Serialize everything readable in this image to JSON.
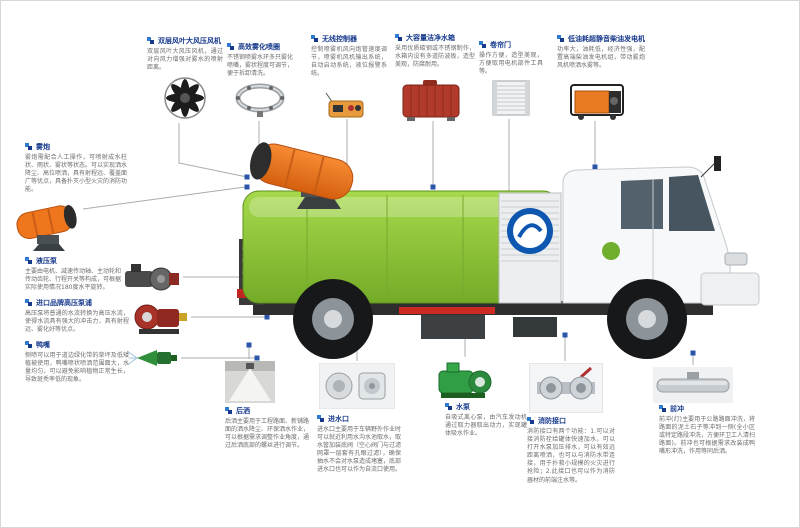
{
  "page": {
    "colors": {
      "title_blue": "#16398c",
      "bullet_light_blue": "#2e7bd0",
      "bullet_dark_blue": "#16398c",
      "leader_line_gray": "#a8adb2",
      "marker_blue": "#2b55a8",
      "truck_green": "#8dc63f",
      "cannon_orange": "#f0761d",
      "tank_red": "#b23a2a"
    }
  },
  "part_images": {
    "top": [
      "fan-image",
      "spray-ring-image",
      "remote-image",
      "water-tank-image",
      "roller-door-image",
      "generator-image"
    ],
    "left": [
      "fog-cannon-image",
      "hydraulic-pump-image",
      "pressure-pump-image",
      "duckbill-image"
    ],
    "bottom": [
      "rear-spray-image",
      "water-inlet-image",
      "water-pump-image",
      "fire-coupling-image",
      "front-flush-image"
    ]
  },
  "callouts": {
    "top": [
      {
        "title": "双层风叶大风压风机",
        "desc": "双层风叶大风压风机，通过对向风力增强对雾水的喷射距离。"
      },
      {
        "title": "高效雾化喷圈",
        "desc": "不锈钢喷雾水环多只雾化喷嘴，雾状程度可调节，便于拆卸清洗。"
      },
      {
        "title": "无线控制器",
        "desc": "控制喷雾机风向炮管速度调节，喷雾机风机输出系统，自动启动系统，液位报警系统。"
      },
      {
        "title": "大容量洁净水箱",
        "desc": "采用优质碳钢或不锈钢制作，水箱内设有多道防波板，造型美观，防腐耐用。"
      },
      {
        "title": "卷帘门",
        "desc": "操作方便，造型美观，方便取用电机部件工具等。"
      },
      {
        "title": "低油耗超静音柴油发电机",
        "desc": "功率大，油耗低，经济性强，配置高端柴油发电机组，带动雾炮风机喷洒水雾等。"
      }
    ],
    "left": [
      {
        "title": "雾炮",
        "desc": "雾炮需配合人工操作，可喷射成水柱状、雨状、雾状等状态。可以实现洒水降尘、高位喷洒，具有射程远、覆盖面广等优点，具备扑灭小型火灾的消防功能。"
      },
      {
        "title": "液压泵",
        "desc": "主要由电机、减速传动轴、主动轮和传动齿轮、行程开关等构成，可根据实际使用情况180度水平旋转。"
      },
      {
        "title": "进口品牌高压泵浦",
        "desc": "高压泵将普通的水流转换为高压水流，使得水流具有强大的冲击力，具有射程远、雾化好等优点。"
      },
      {
        "title": "鸭嘴",
        "desc": "侧喷可以用于道边绿化带的草坪及低矮植被使用，鸭嘴喷状喷洒范围面大，水量均匀，可以避免影响植物正常生长，导致斑秃率低的现象。"
      }
    ],
    "bottom": [
      {
        "title": "后洒",
        "desc": "后洒主要用于工程路面、新铺路面的洒水降尘、环保洒水作业，可以根据需求调整作业角度，通过后洒底部的螺丝进行调节。"
      },
      {
        "title": "进水口",
        "desc": "进水口主要用于车辆野外作业时可以就近利用水沟水池取水，取水管加装底阀（空心阀门与过滤网罩一层套有孔眼过滤），确保抽水不会对水泵造成堵塞，底部进水口也可以作为自流口使用。"
      },
      {
        "title": "水泵",
        "desc": "自吸式离心泵，由汽车发动机通过取力器取出动力，实现罐体吸水作业。"
      },
      {
        "title": "消防接口",
        "desc": "消防接口有两个功能：1.可以对接消防栓给罐体快速加水，可以打开水泵加压排水，可以有效远距离喷洒，也可以与消防水带连接，用于扑救小规模的火灾进行抢险；2.此接口也可以作为消防器材的前端注水等。"
      },
      {
        "title": "前冲",
        "desc": "前冲(灯)主要用于公路路面冲洗，将路面的泥土石子等冲到一侧(全小区或特定路段冲洗，方便环卫工人清扫路面)。前冲也可根据需求改装成鸭嘴形冲洗，作用等同后洒。"
      }
    ]
  }
}
